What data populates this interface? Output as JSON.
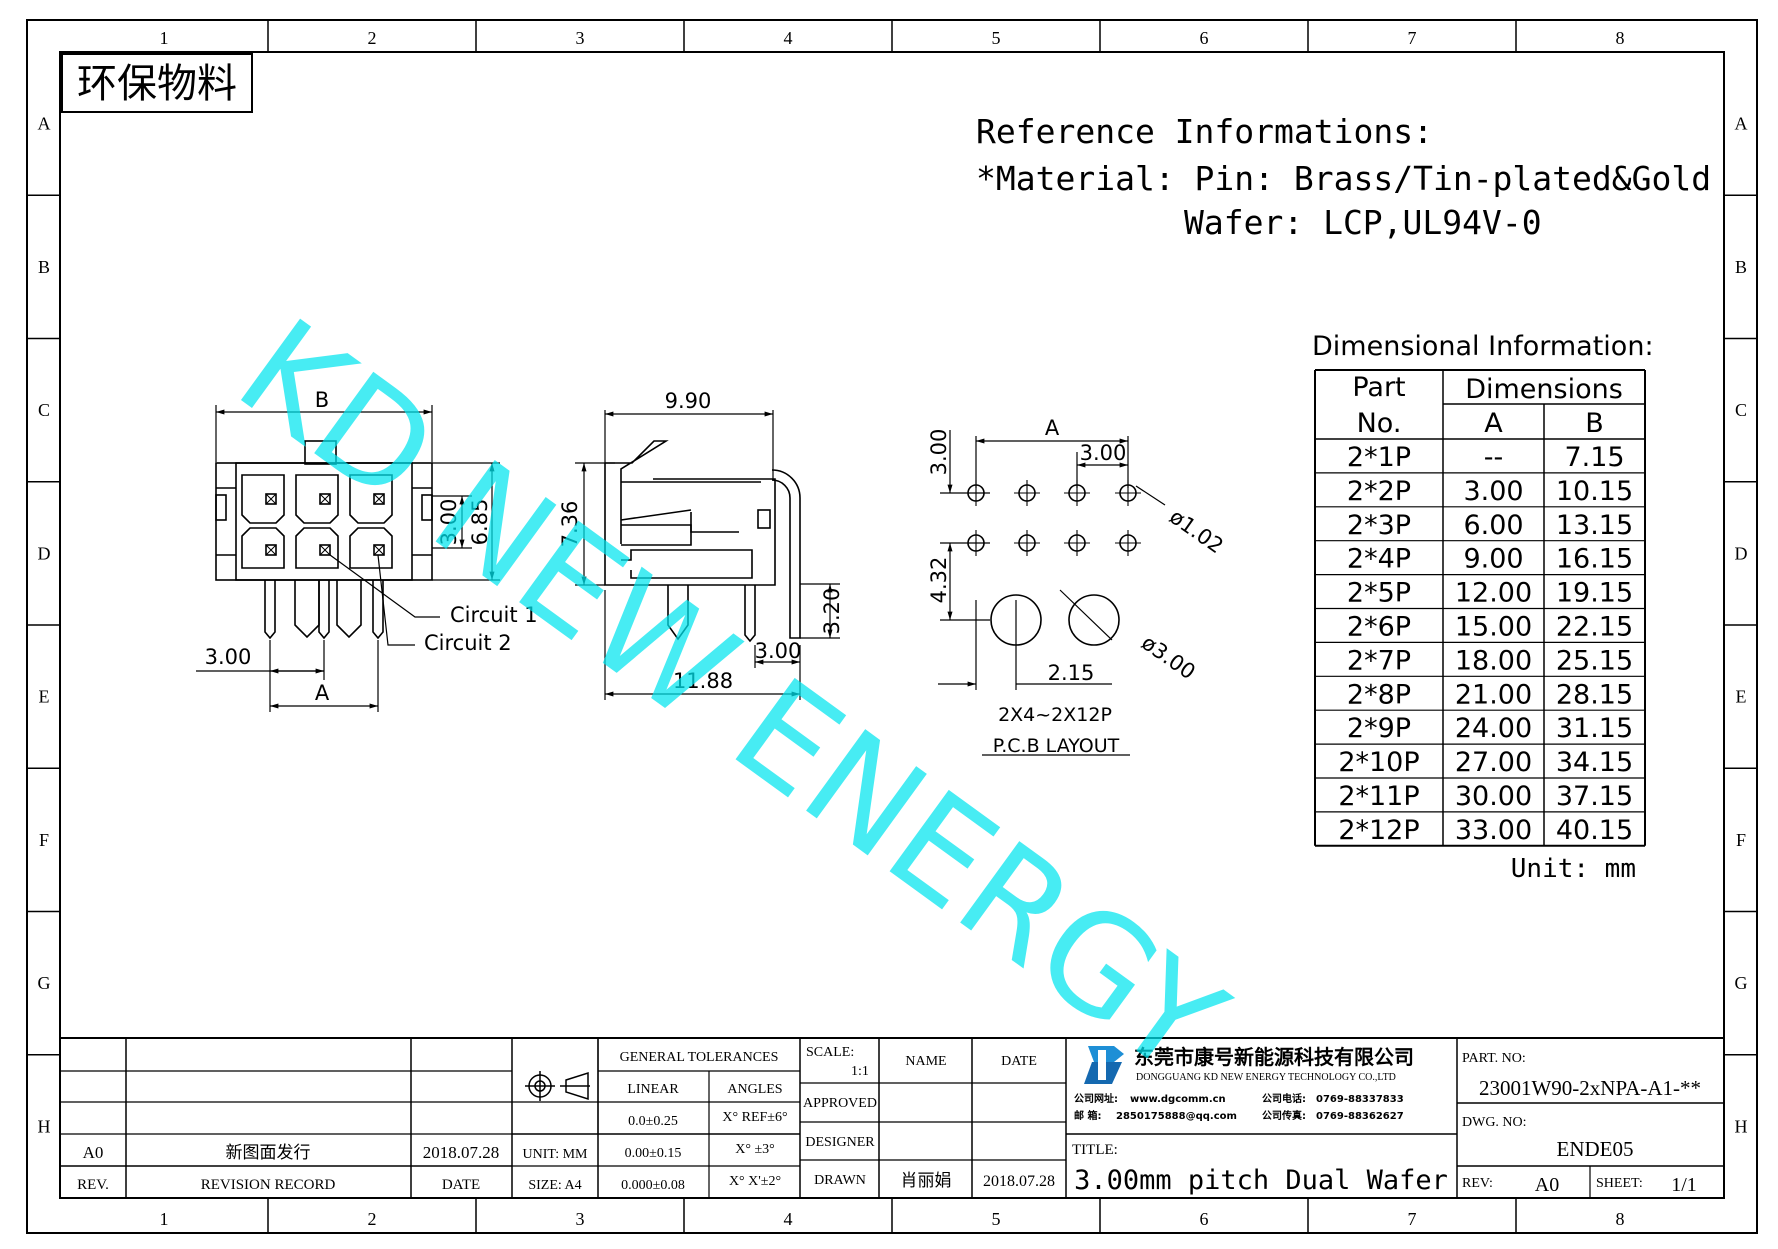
{
  "stamp": "环保物料",
  "grid": {
    "cols": [
      "1",
      "2",
      "3",
      "4",
      "5",
      "6",
      "7",
      "8"
    ],
    "rows": [
      "A",
      "B",
      "C",
      "D",
      "E",
      "F",
      "G",
      "H"
    ]
  },
  "reference": {
    "heading": "Reference Informations:",
    "material": "*Material: Pin: Brass/Tin-plated&Gold",
    "wafer": "Wafer: LCP,UL94V-0"
  },
  "watermark": "KD NEW ENERGY",
  "front_view": {
    "dim_b": "B",
    "dim_300": "3.00",
    "dim_685": "6.85",
    "pitch": "3.00",
    "dim_a": "A",
    "circuit1": "Circuit  1",
    "circuit2": "Circuit  2"
  },
  "side_view": {
    "dim_990": "9.90",
    "dim_736": "7.36",
    "dim_320": "3.20",
    "dim_300": "3.00",
    "dim_1188": "11.88"
  },
  "pcb_layout": {
    "dim_a": "A",
    "dim_300_top": "3.00",
    "dim_300_left": "3.00",
    "dim_432": "4.32",
    "dim_215": "2.15",
    "hole_small": "ø1.02",
    "hole_large": "ø3.00",
    "range": "2X4~2X12P",
    "title": "P.C.B  LAYOUT"
  },
  "dimensional": {
    "heading": "Dimensional  Information:",
    "col_part_1": "Part",
    "col_part_2": "No.",
    "col_dims": "Dimensions",
    "col_a": "A",
    "col_b": "B",
    "rows": [
      {
        "part": "2*1P",
        "a": "--",
        "b": "7.15"
      },
      {
        "part": "2*2P",
        "a": "3.00",
        "b": "10.15"
      },
      {
        "part": "2*3P",
        "a": "6.00",
        "b": "13.15"
      },
      {
        "part": "2*4P",
        "a": "9.00",
        "b": "16.15"
      },
      {
        "part": "2*5P",
        "a": "12.00",
        "b": "19.15"
      },
      {
        "part": "2*6P",
        "a": "15.00",
        "b": "22.15"
      },
      {
        "part": "2*7P",
        "a": "18.00",
        "b": "25.15"
      },
      {
        "part": "2*8P",
        "a": "21.00",
        "b": "28.15"
      },
      {
        "part": "2*9P",
        "a": "24.00",
        "b": "31.15"
      },
      {
        "part": "2*10P",
        "a": "27.00",
        "b": "34.15"
      },
      {
        "part": "2*11P",
        "a": "30.00",
        "b": "37.15"
      },
      {
        "part": "2*12P",
        "a": "33.00",
        "b": "40.15"
      }
    ],
    "unit": "Unit: mm"
  },
  "title_block": {
    "rev_value": "A0",
    "record_value": "新图面发行",
    "date_value": "2018.07.28",
    "rev_label": "REV.",
    "record_label": "REVISION RECORD",
    "date_label": "DATE",
    "unit": "UNIT: MM",
    "size": "SIZE: A4",
    "gen_tol": "GENERAL  TOLERANCES",
    "linear": "LINEAR",
    "angles": "ANGLES",
    "tol1": "0.0±0.25",
    "tol2": "0.00±0.15",
    "tol3": "0.000±0.08",
    "ang1": "X° REF±6°",
    "ang2": "X°  ±3°",
    "ang3": "X° X'±2°",
    "scale_label": "SCALE:",
    "scale_value": "1:1",
    "name": "NAME",
    "date": "DATE",
    "approved": "APPROVED",
    "designer": "DESIGNER",
    "drawn": "DRAWN",
    "drawn_name": "肖丽娟",
    "drawn_date": "2018.07.28",
    "company_cn": "东莞市康号新能源科技有限公司",
    "company_en": "DONGGUANG KD NEW ENERGY TECHNOLOGY CO.,LTD",
    "company_web_label": "公司网址:",
    "company_web": "www.dgcomm.cn",
    "company_phone_label": "公司电话:",
    "company_phone": "0769-88337833",
    "company_mail_label": "邮  箱:",
    "company_mail": "2850175888@qq.com",
    "company_fax_label": "公司传真:",
    "company_fax": "0769-88362627",
    "title_label": "TITLE:",
    "title_value": "3.00mm pitch Dual Wafer",
    "part_no_label": "PART. NO:",
    "part_no": "23001W90-2xNPA-A1-**",
    "dwg_no_label": "DWG. NO:",
    "dwg_no": "ENDE05",
    "rev2_label": "REV:",
    "rev2_value": "A0",
    "sheet_label": "SHEET:",
    "sheet_value": "1/1"
  }
}
